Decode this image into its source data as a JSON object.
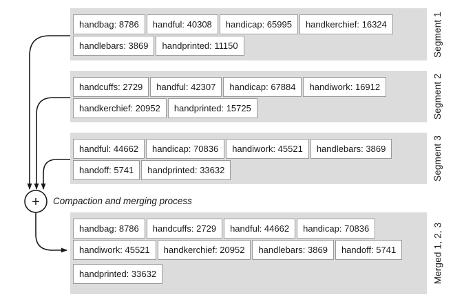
{
  "caption": "Compaction and merging process",
  "merge_node": {
    "symbol": "+"
  },
  "colors": {
    "segment_background": "#dcdcdc",
    "box_background": "#ffffff",
    "box_border": "#9a9a9a",
    "ink": "#1a1a1a"
  },
  "segments": [
    {
      "label": "Segment 1",
      "rows": [
        [
          "handbag: 8786",
          "handful: 40308",
          "handicap: 65995",
          "handkerchief: 16324"
        ],
        [
          "handlebars: 3869",
          "handprinted: 11150"
        ]
      ]
    },
    {
      "label": "Segment 2",
      "rows": [
        [
          "handcuffs: 2729",
          "handful: 42307",
          "handicap: 67884",
          "handiwork: 16912"
        ],
        [
          "handkerchief: 20952",
          "handprinted: 15725"
        ]
      ]
    },
    {
      "label": "Segment 3",
      "rows": [
        [
          "handful: 44662",
          "handicap: 70836",
          "handiwork: 45521",
          "handlebars: 3869"
        ],
        [
          "handoff: 5741",
          "handprinted: 33632"
        ]
      ]
    },
    {
      "label": "Merged 1, 2, 3",
      "rows": [
        [
          "handbag: 8786",
          "handcuffs: 2729",
          "handful: 44662",
          "handicap: 70836"
        ],
        [
          "handiwork: 45521",
          "handkerchief: 20952",
          "handlebars: 3869",
          "handoff: 5741"
        ],
        [
          "handprinted: 33632"
        ]
      ]
    }
  ]
}
